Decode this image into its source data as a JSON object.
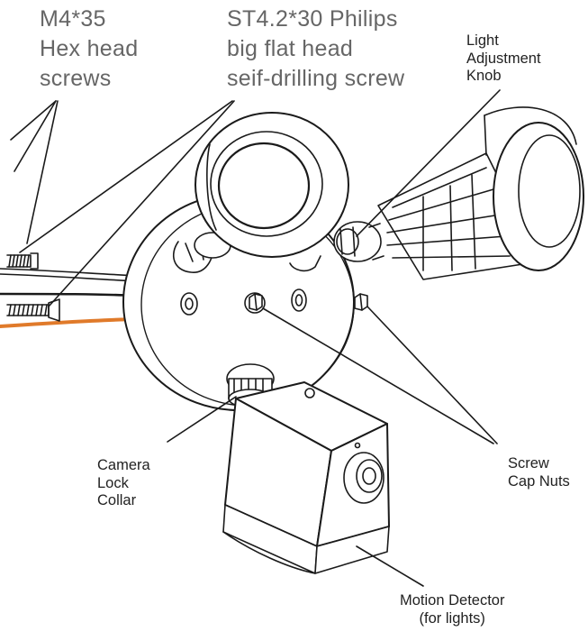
{
  "labels": {
    "hex_screws": [
      "M4*35",
      "Hex head",
      "screws"
    ],
    "drilling_screw": [
      "ST4.2*30 Philips",
      "big flat head",
      "seif-drilling screw"
    ],
    "light_knob": [
      "Light",
      "Adjustment",
      "Knob"
    ],
    "camera_collar": [
      "Camera",
      "Lock",
      "Collar"
    ],
    "cap_nuts": [
      "Screw",
      "Cap Nuts"
    ],
    "motion_detector": [
      "Motion Detector",
      "(for lights)"
    ]
  },
  "colors": {
    "line_art": "#1a1a1a",
    "large_label_text": "#666666",
    "small_label_text": "#222222",
    "power_cable": "#e07a2a",
    "background": "#ffffff"
  }
}
